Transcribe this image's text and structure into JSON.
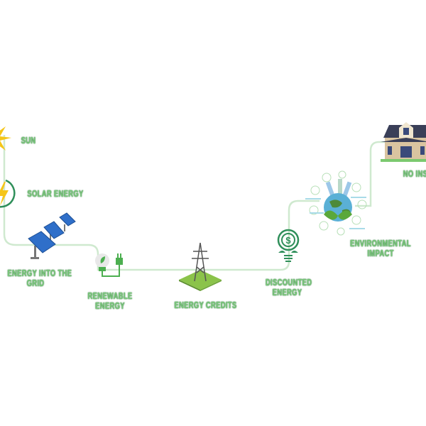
{
  "steps": {
    "sun": "SUN",
    "solar_energy": "SOLAR ENERGY",
    "energy_grid_1": "ENERGY INTO THE",
    "energy_grid_2": "GRID",
    "renewable_1": "RENEWABLE",
    "renewable_2": "ENERGY",
    "credits": "ENERGY CREDITS",
    "discounted_1": "DISCOUNTED",
    "discounted_2": "ENERGY",
    "environmental_1": "ENVIRONMENTAL",
    "environmental_2": "IMPACT",
    "no_ins": "NO INS"
  },
  "colors": {
    "line": "#cfe9cf",
    "label": "#7cc97c",
    "accent": "#3aa35a"
  }
}
